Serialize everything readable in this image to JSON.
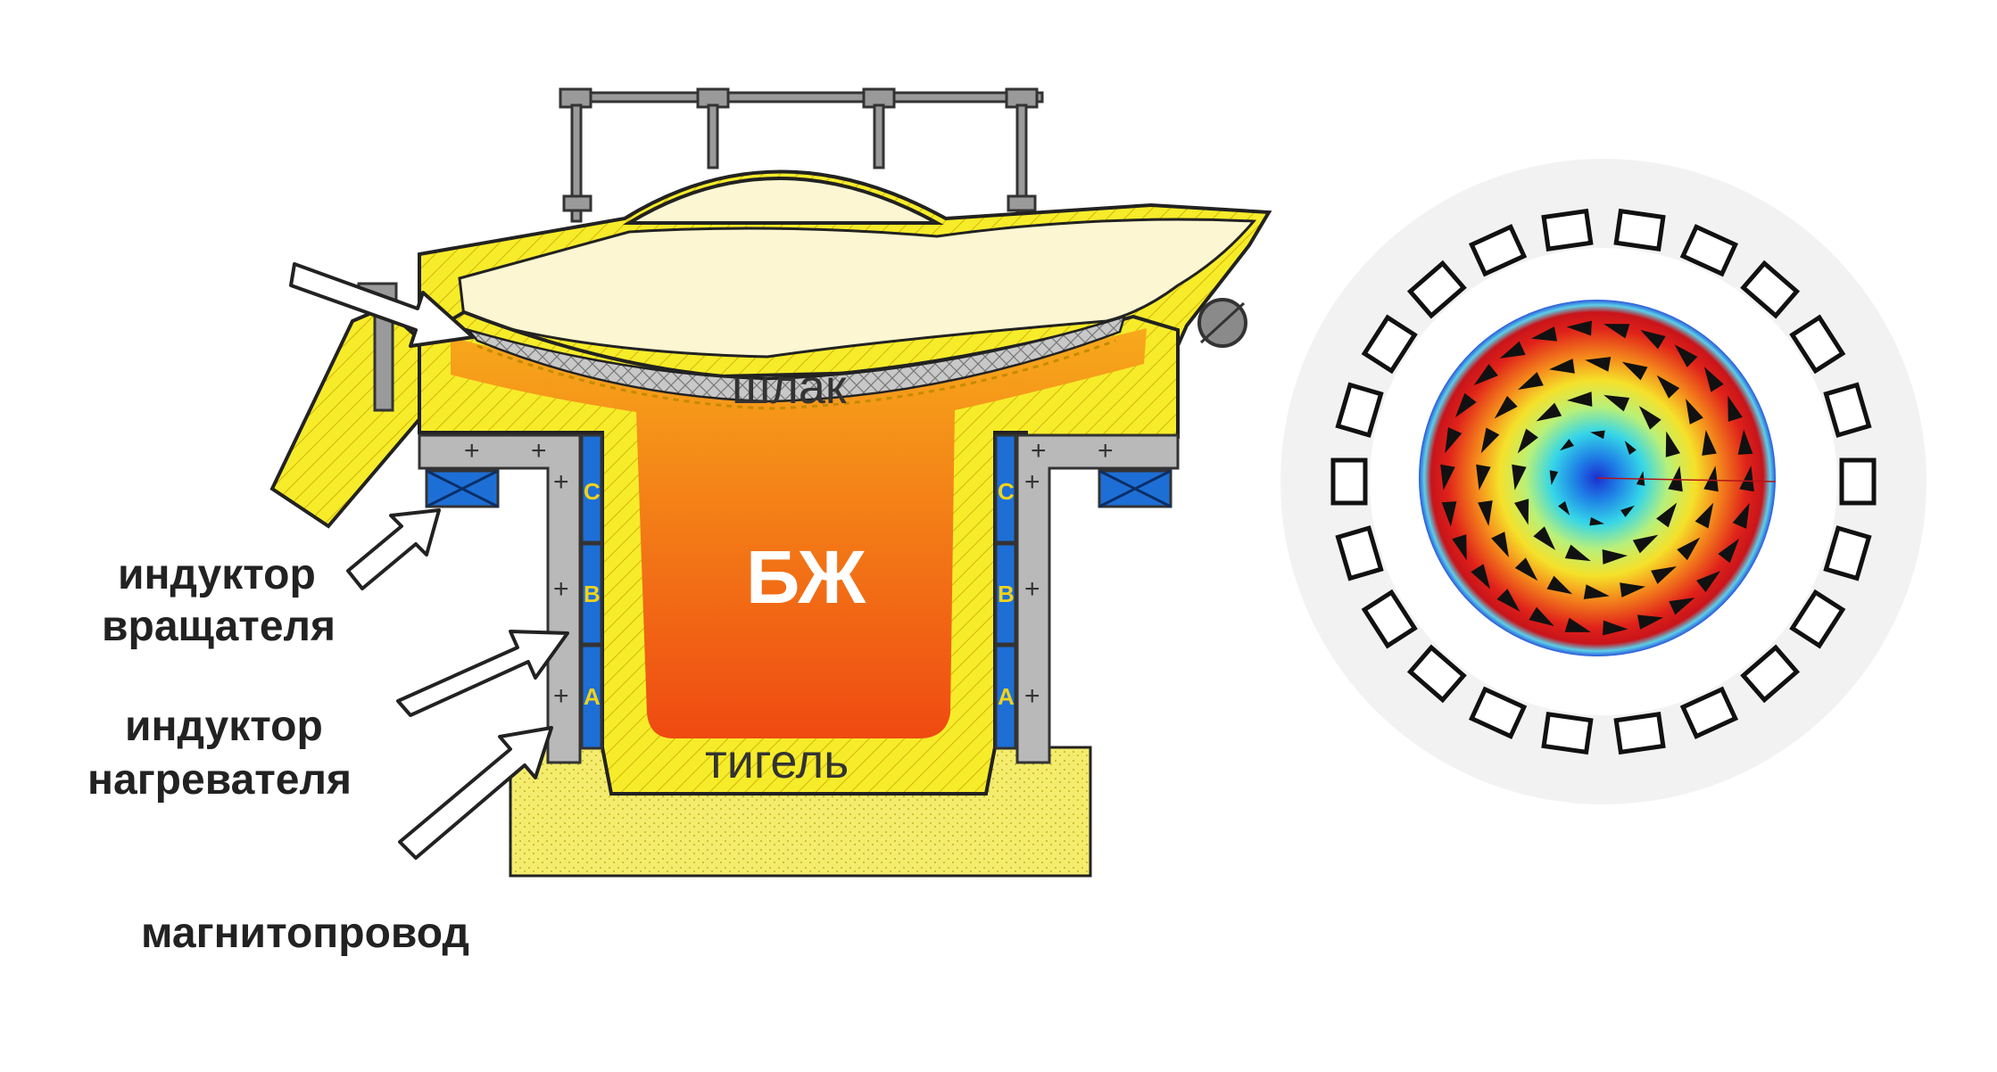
{
  "labels": {
    "slag": "шлак",
    "liquid": "БЖ",
    "crucible": "тигель",
    "rotator_inductor_line1": "индуктор",
    "rotator_inductor_line2": "вращателя",
    "heater_inductor_line1": "индуктор",
    "heater_inductor_line2": "нагревателя",
    "magnetic_core": "магнитопровод"
  },
  "phases": [
    "C",
    "B",
    "A"
  ],
  "colors": {
    "crucible_yellow": "#f6ec2a",
    "crucible_outline": "#222222",
    "lid_cream": "#fdf6d2",
    "melt_top": "#f7a91b",
    "melt_bottom": "#ef4a12",
    "slag_gray": "#bdbdbd",
    "coil_blue": "#1d6fd6",
    "core_gray": "#b9b9b9",
    "base_yellow": "#f3ec6e"
  },
  "icons": [
    "arrow-icon",
    "hinge-icon"
  ]
}
